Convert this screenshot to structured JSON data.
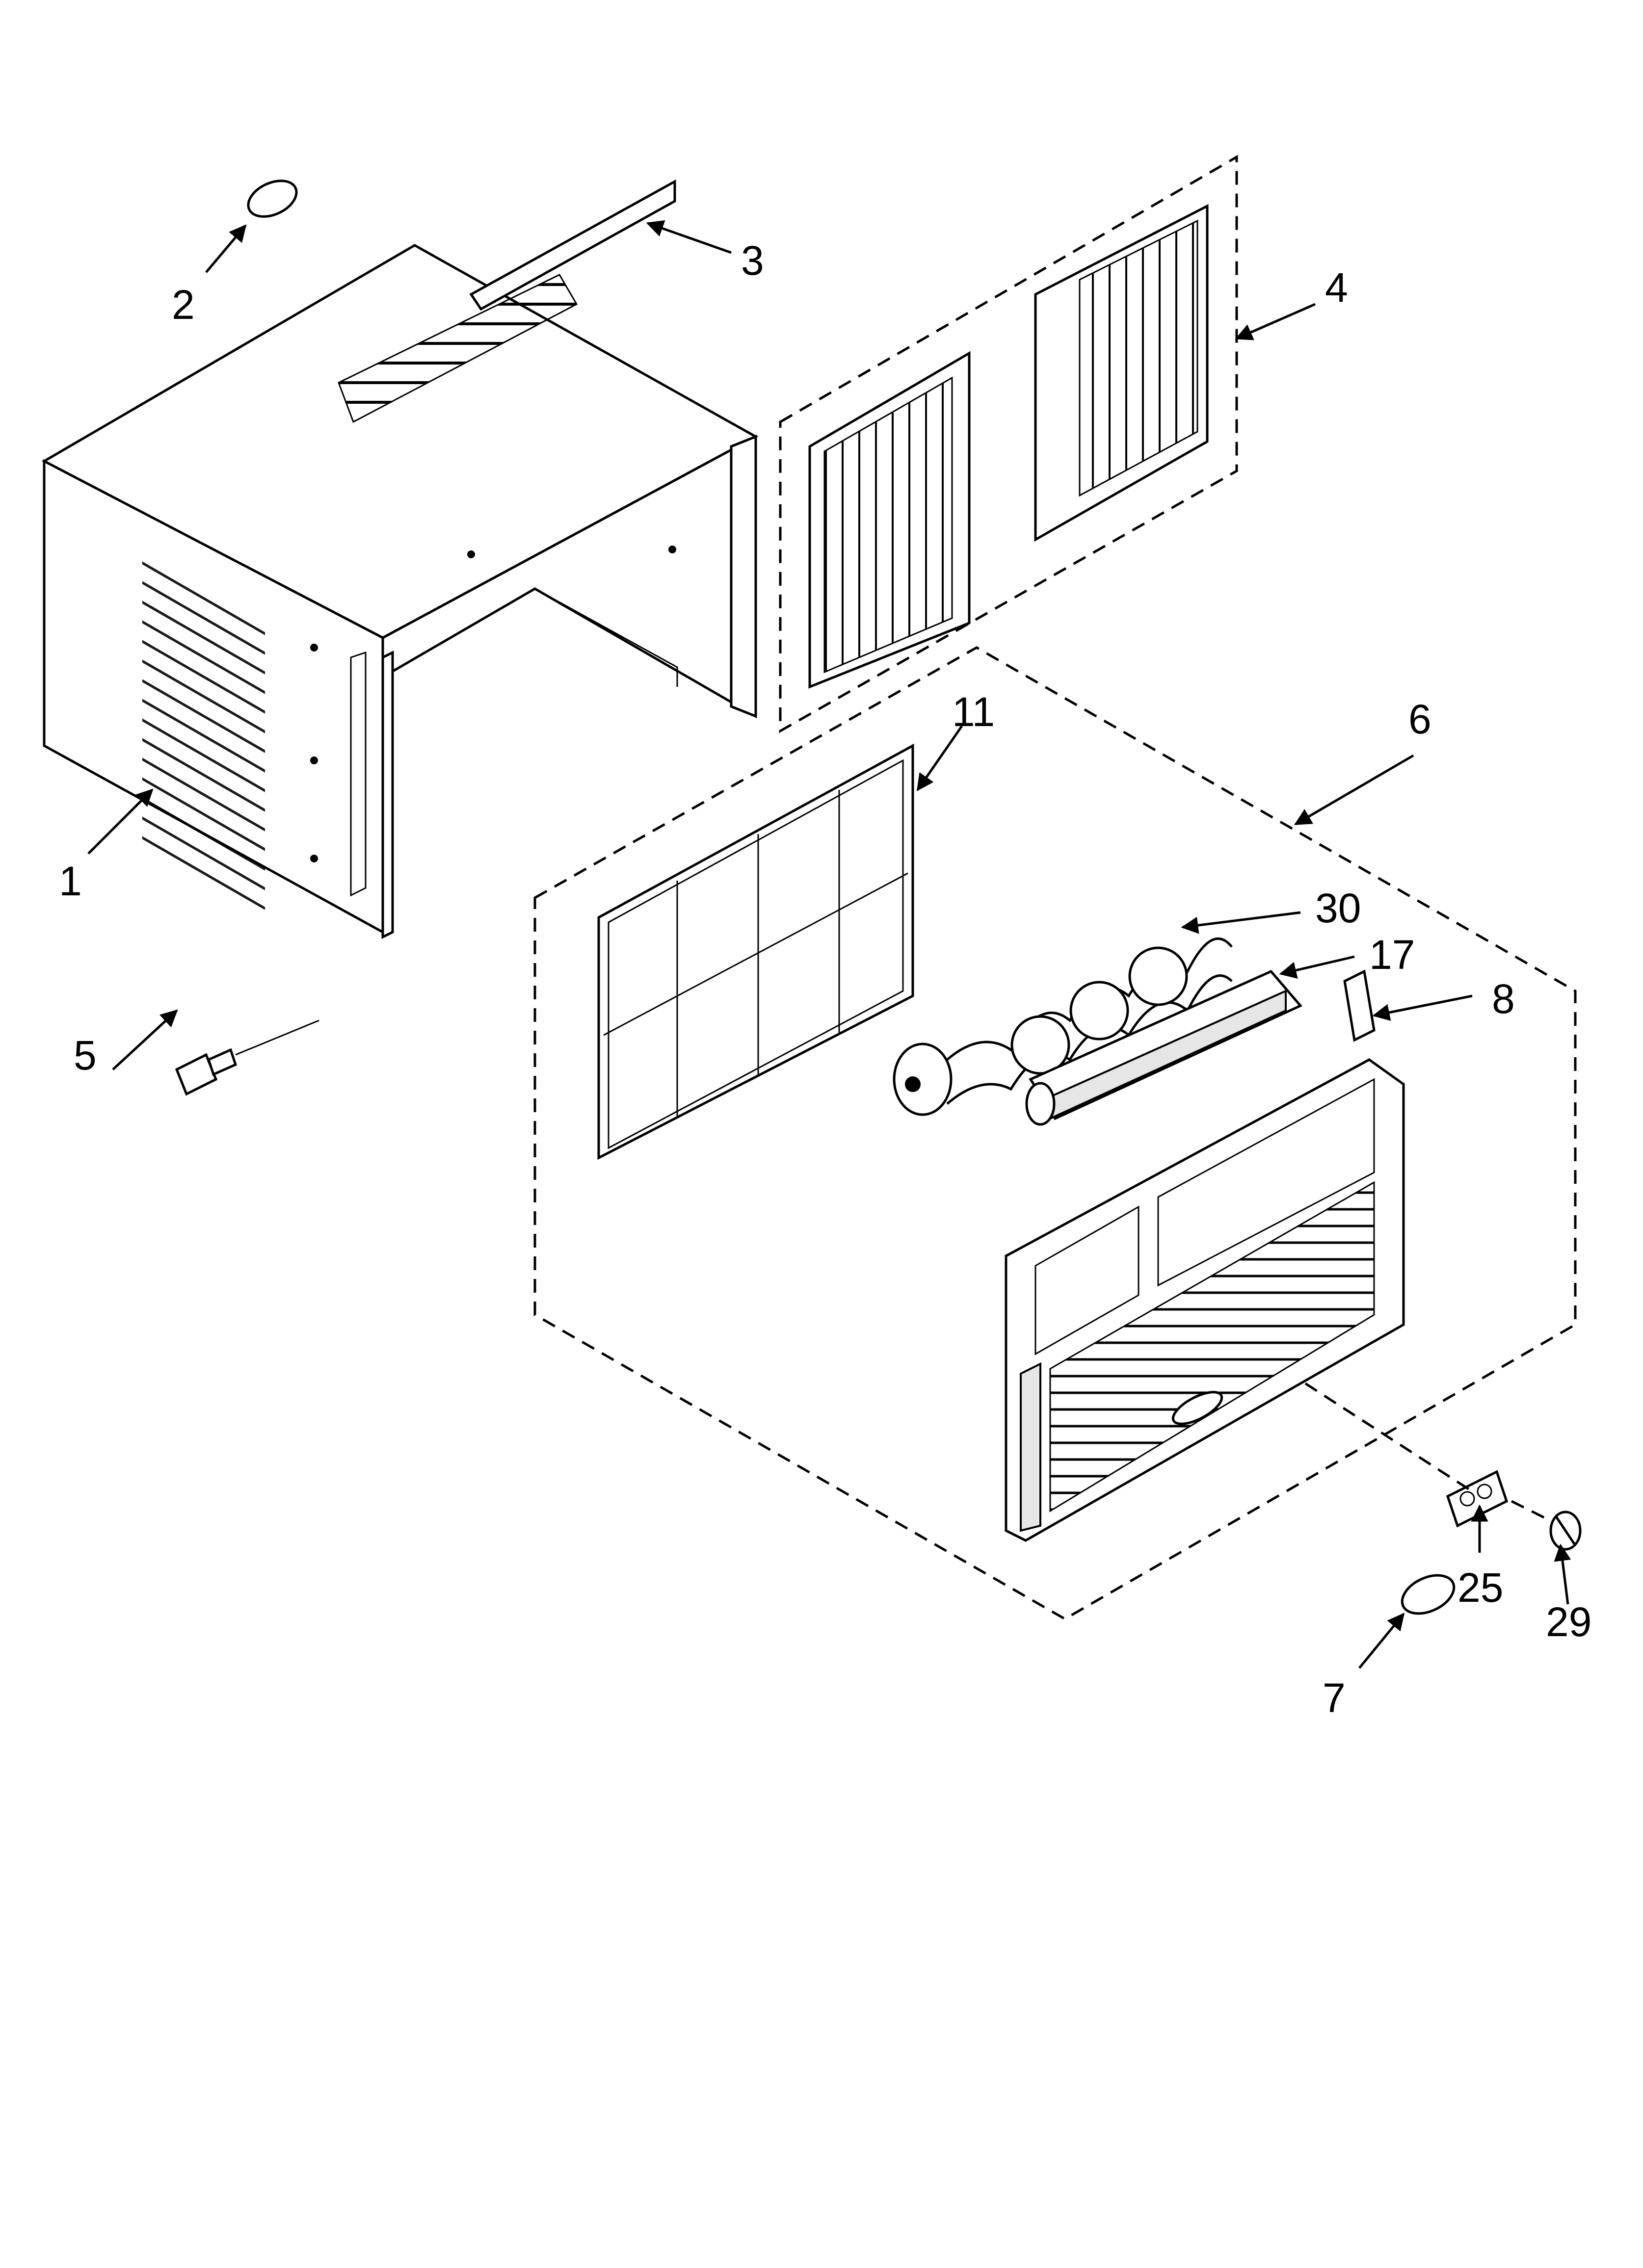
{
  "diagram": {
    "callouts": [
      {
        "id": "c1",
        "text": "1"
      },
      {
        "id": "c2",
        "text": "2"
      },
      {
        "id": "c3",
        "text": "3"
      },
      {
        "id": "c4",
        "text": "4"
      },
      {
        "id": "c5",
        "text": "5"
      },
      {
        "id": "c6",
        "text": "6"
      },
      {
        "id": "c7",
        "text": "7"
      },
      {
        "id": "c8",
        "text": "8"
      },
      {
        "id": "c11",
        "text": "11"
      },
      {
        "id": "c17",
        "text": "17"
      },
      {
        "id": "c25",
        "text": "25"
      },
      {
        "id": "c29",
        "text": "29"
      },
      {
        "id": "c30",
        "text": "30"
      }
    ]
  }
}
